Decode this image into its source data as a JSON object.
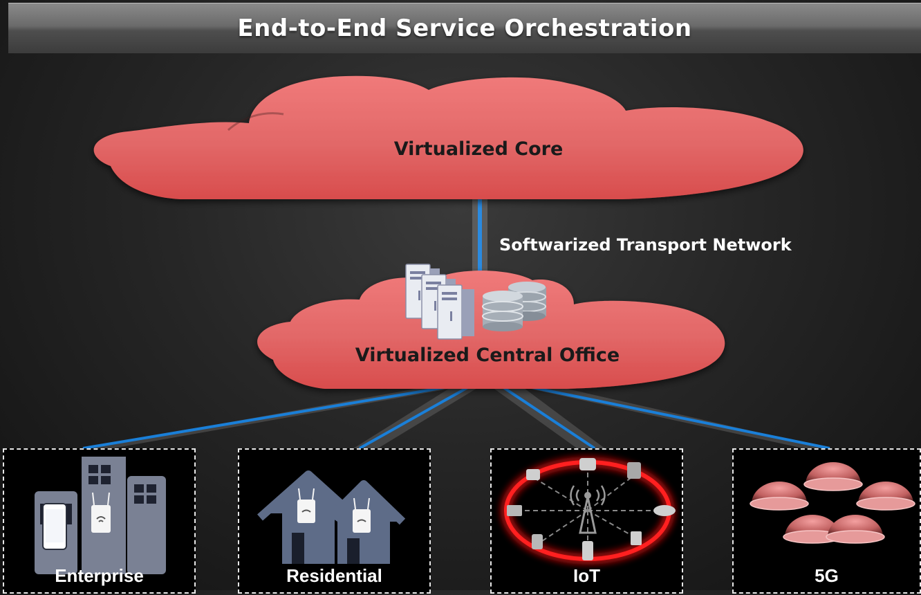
{
  "header": {
    "title": "End-to-End Service Orchestration"
  },
  "clouds": {
    "core_label": "Virtualized  Core",
    "central_office_label": "Virtualized Central Office"
  },
  "links": {
    "transport_label": "Softwarized Transport Network"
  },
  "segments": [
    {
      "label": "Enterprise"
    },
    {
      "label": "Residential"
    },
    {
      "label": "IoT"
    },
    {
      "label": "5G"
    }
  ],
  "colors": {
    "cloud": "#e05a5a",
    "link_blue": "#1a7fd8",
    "box_border": "#e8e8e8"
  }
}
